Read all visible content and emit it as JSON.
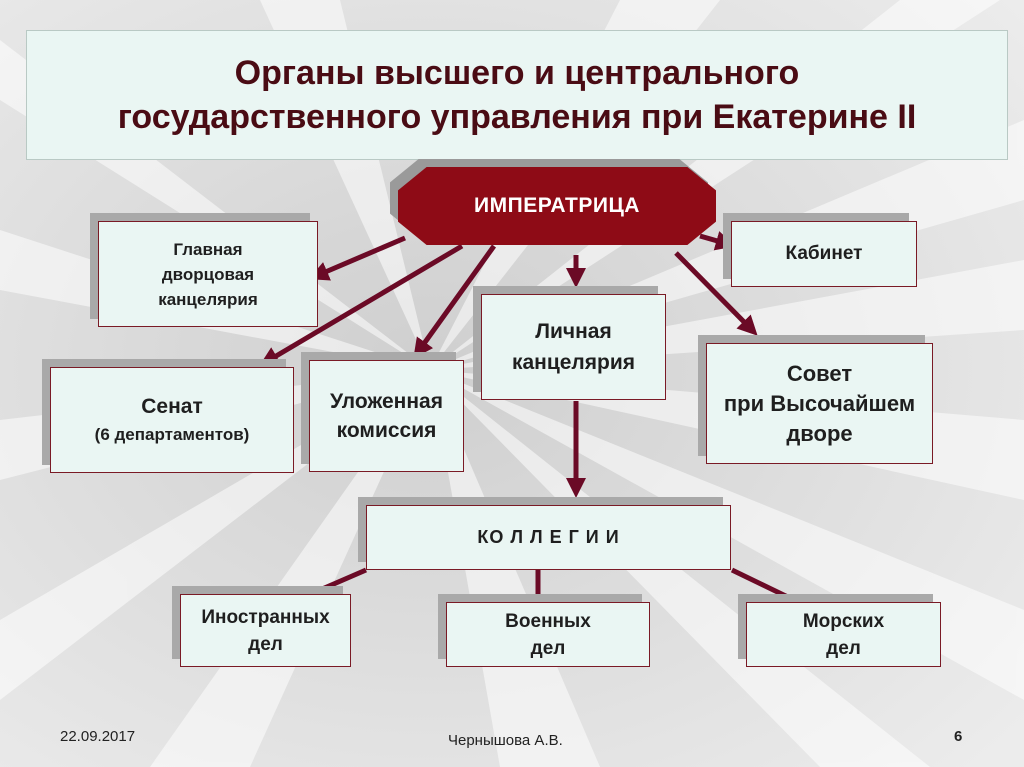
{
  "title": {
    "line1": "Органы высшего и центрального",
    "line2": "государственного управления при Екатерине II"
  },
  "nodes": {
    "empress": "ИМПЕРАТРИЦА",
    "palace_chancery": [
      "Главная",
      "дворцовая",
      "канцелярия"
    ],
    "cabinet": "Кабинет",
    "personal_chancery": [
      "Личная",
      "канцелярия"
    ],
    "senate": {
      "name": "Сенат",
      "note": "(6 департаментов)"
    },
    "legislative_commission": [
      "Уложенная",
      "комиссия"
    ],
    "council": [
      "Совет",
      "при Высочайшем",
      "дворе"
    ],
    "collegia": "КО Л Л Е Г И И",
    "foreign": [
      "Иностранных",
      "дел"
    ],
    "military": [
      "Военных",
      "дел"
    ],
    "naval": [
      "Морских",
      "дел"
    ]
  },
  "footer": {
    "date": "22.09.2017",
    "author": "Чернышова А.В.",
    "page": "6"
  },
  "colors": {
    "accent": "#8e0b16",
    "title_text": "#4a0c14",
    "box_fill": "#eaf6f3",
    "connector": "#6b0a26"
  }
}
